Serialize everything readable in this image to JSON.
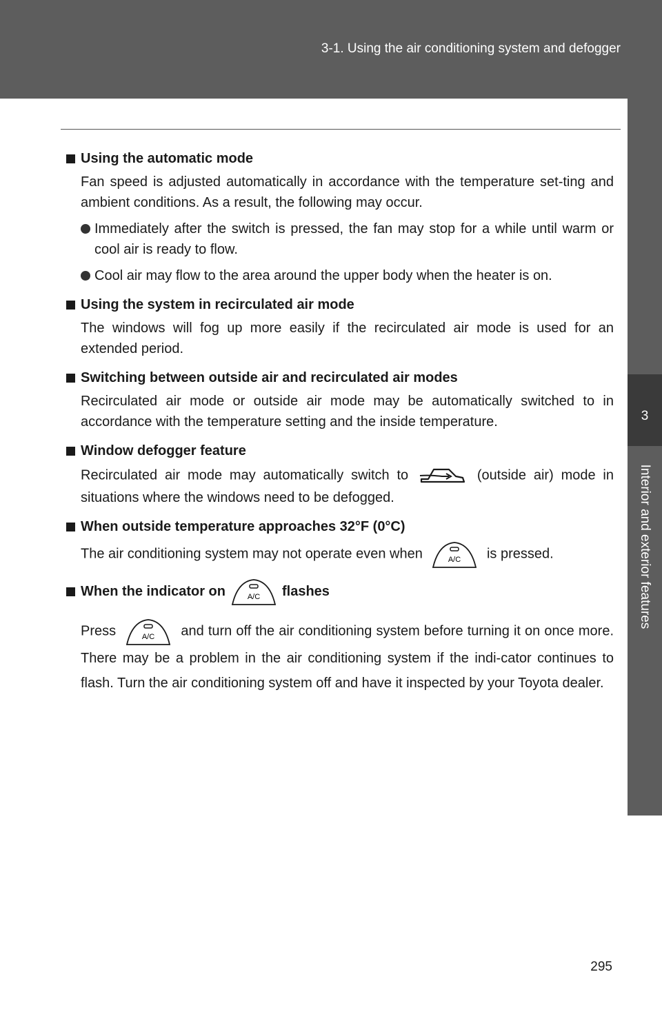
{
  "header": {
    "section_title": "3-1. Using the air conditioning system and defogger"
  },
  "side_tab": {
    "chapter_number": "3",
    "chapter_title": "Interior and exterior features"
  },
  "sections": [
    {
      "heading": "Using the automatic mode",
      "paragraph": "Fan speed is adjusted automatically in accordance with the temperature set-ting and ambient conditions. As a result, the following may occur.",
      "bullets": [
        "Immediately after the switch is pressed, the fan may stop for a while until warm or cool air is ready to flow.",
        "Cool air may flow to the area around the upper body when the heater is on."
      ]
    },
    {
      "heading": "Using the system in recirculated air mode",
      "paragraph": "The windows will fog up more easily if the recirculated air mode is used for an extended period."
    },
    {
      "heading": "Switching between outside air and recirculated air modes",
      "paragraph": "Recirculated air mode or outside air mode may be automatically switched to in accordance with the temperature setting and the inside temperature."
    },
    {
      "heading": "Window defogger feature",
      "para_before_icon": "Recirculated air mode may automatically switch to",
      "para_after_icon": "(outside air) mode in situations where the windows need to be defogged."
    },
    {
      "heading": "When outside temperature approaches 32°F (0°C)",
      "para_before_icon": "The air conditioning system may not operate even when",
      "para_after_icon": "is pressed."
    },
    {
      "heading_before_icon": "When the indicator on",
      "heading_after_icon": "flashes",
      "para_before_icon": "Press",
      "para_after_icon": "and turn off the air conditioning system before turning it on once more. There may be a problem in the air conditioning system if the indi-cator continues to flash. Turn the air conditioning system off and have it inspected by your Toyota dealer."
    }
  ],
  "icons": {
    "ac_button_label": "A/C",
    "outside_air_icon": "car-outside-air-icon"
  },
  "footer": {
    "page_number": "295"
  }
}
